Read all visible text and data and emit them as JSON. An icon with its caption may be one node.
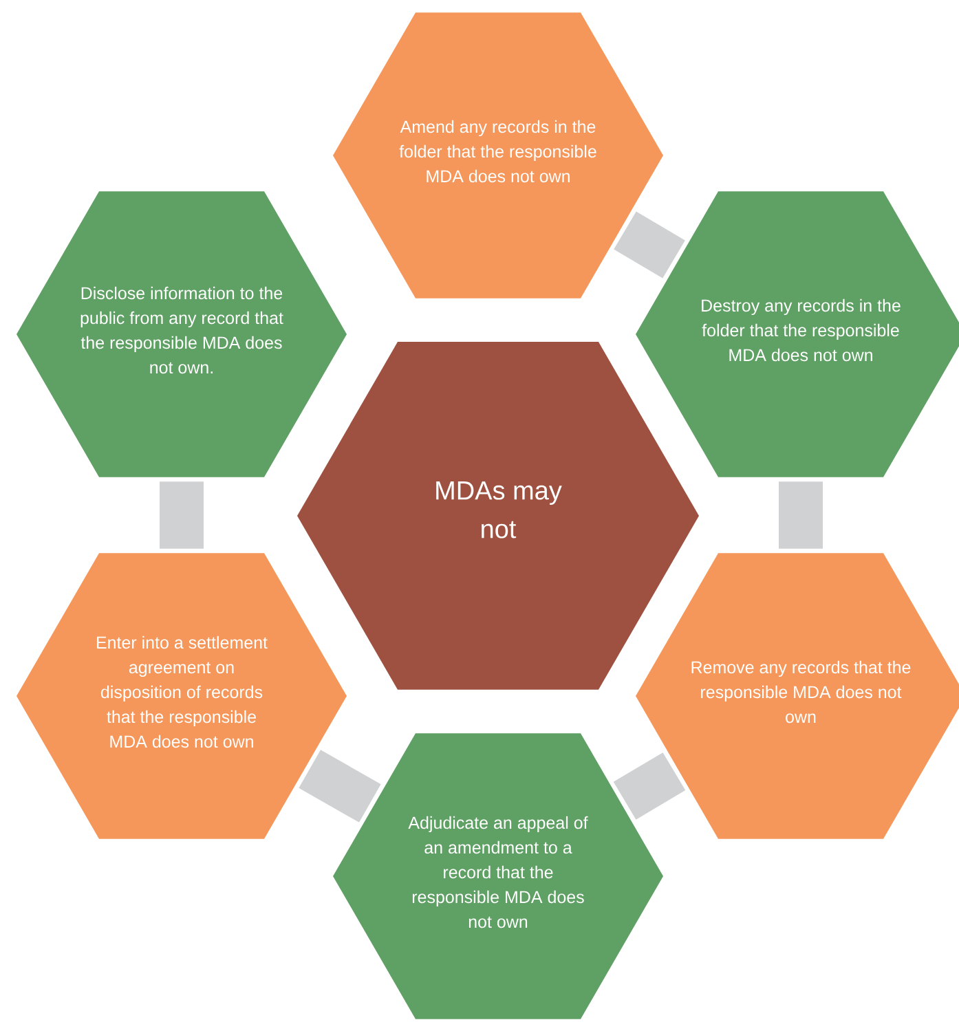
{
  "diagram": {
    "nodes": [
      {
        "text": [
          "Amend any records in the folder that the responsible MDA does not own"
        ]
      },
      {
        "text": [
          "Disclose information to the public from any record that the responsible MDA does not own."
        ]
      },
      {
        "text": [
          "Destroy any records in the folder that the responsible MDA does not own"
        ]
      },
      {
        "text": [
          "MDAs may not"
        ]
      },
      {
        "text": [
          "Enter into a settlement agreement on disposition of records that the responsible MDA does not own"
        ]
      },
      {
        "text": [
          "Remove any records that the responsible MDA does not own"
        ]
      },
      {
        "text": [
          "Adjudicate an appeal of an amendment to a record that the responsible MDA does not own"
        ]
      }
    ],
    "edges": [
      {
        "from": 0,
        "to": 2,
        "arrow": "none"
      },
      {
        "from": 2,
        "to": 5,
        "arrow": "none"
      },
      {
        "from": 5,
        "to": 6,
        "arrow": "none"
      },
      {
        "from": 6,
        "to": 4,
        "arrow": "none"
      },
      {
        "from": 4,
        "to": 1,
        "arrow": "none"
      }
    ]
  }
}
